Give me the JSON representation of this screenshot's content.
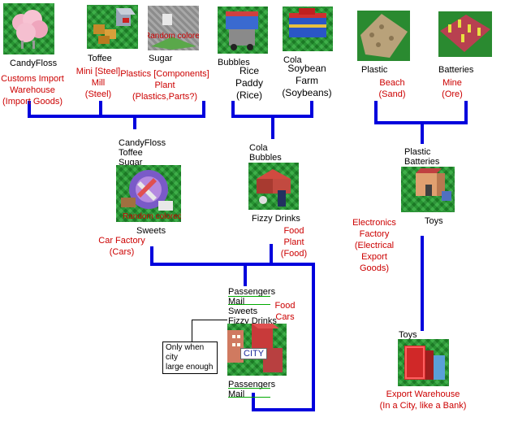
{
  "top": {
    "candyfloss": {
      "label": "CandyFloss",
      "producer": [
        "Customs Import",
        "Warehouse",
        "(Import Goods)"
      ]
    },
    "toffee": {
      "label": "Toffee",
      "producer": [
        "Mini [Steel]",
        "Mill",
        "(Steel)"
      ]
    },
    "sugar": {
      "label": "Sugar",
      "overlay": "Random colored",
      "producer": [
        "Plastics [Components]",
        "Plant",
        "(Plastics,Parts?)"
      ]
    },
    "bubbles": {
      "label": "Bubbles",
      "producer": [
        "Rice",
        "Paddy",
        "(Rice)"
      ]
    },
    "cola": {
      "label": "Cola",
      "producer": [
        "Soybean",
        "Farm",
        "(Soybeans)"
      ]
    },
    "plastic": {
      "label": "Plastic",
      "producer": [
        "Beach",
        "(Sand)"
      ]
    },
    "batteries": {
      "label": "Batteries",
      "producer": [
        "Mine",
        "(Ore)"
      ]
    }
  },
  "mid": {
    "sweets": {
      "inputs": [
        "CandyFloss",
        "Toffee",
        "Sugar"
      ],
      "overlay": "Random colored",
      "output": "Sweets",
      "producer": [
        "Car Factory",
        "(Cars)"
      ]
    },
    "fizzy": {
      "inputs": [
        "Cola",
        "Bubbles"
      ],
      "output": "Fizzy Drinks",
      "producer": [
        "Food",
        "Plant",
        "(Food)"
      ]
    },
    "toys": {
      "inputs": [
        "Plastic",
        "Batteries"
      ],
      "output": "Toys",
      "producer": [
        "Electronics",
        "Factory",
        "(Electrical",
        "Export",
        "Goods)"
      ]
    }
  },
  "city": {
    "accepts": [
      "Passengers",
      "Mail",
      "Sweets",
      "Fizzy Drinks"
    ],
    "accepts_note": [
      "Food",
      "Cars"
    ],
    "sign": "CITY",
    "produces": [
      "Passengers",
      "Mail"
    ],
    "note": [
      "Only when city",
      "large enough"
    ]
  },
  "export": {
    "label": "Toys",
    "producer": [
      "Export Warehouse",
      "(In a City, like a Bank)"
    ]
  },
  "colors": {
    "wire": "#0000dd",
    "producer_text": "#cc0000",
    "accept_line": "#00aa00"
  }
}
